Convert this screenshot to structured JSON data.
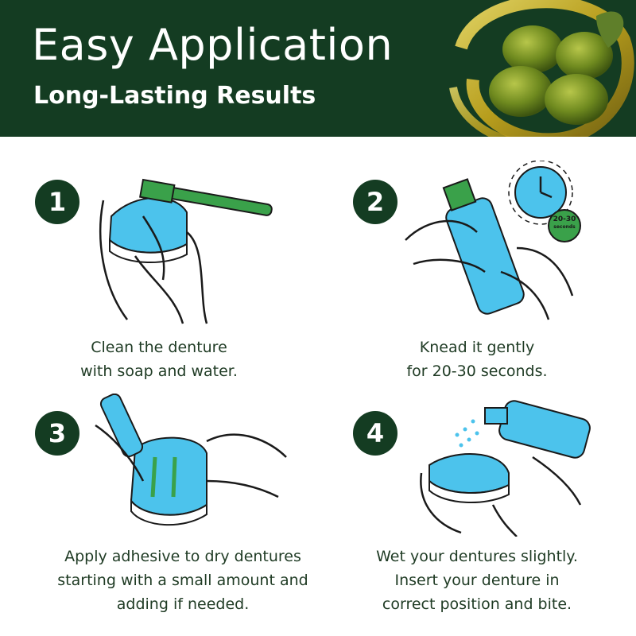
{
  "banner": {
    "title": "Easy Application",
    "subtitle": "Long-Lasting Results",
    "art_icon": "olive-oil-icon"
  },
  "steps": [
    {
      "number": "1",
      "icon": "toothbrush-denture-icon",
      "lines": [
        "Clean the denture",
        "with soap and water."
      ]
    },
    {
      "number": "2",
      "icon": "knead-tube-icon",
      "timer_label_1": "20-30",
      "timer_label_2": "seconds",
      "lines": [
        "Knead it gently",
        "for 20-30 seconds."
      ]
    },
    {
      "number": "3",
      "icon": "apply-adhesive-icon",
      "lines": [
        "Apply adhesive to dry dentures",
        "starting with a small amount and",
        "adding if needed."
      ]
    },
    {
      "number": "4",
      "icon": "spray-denture-icon",
      "lines": [
        "Wet your dentures slightly.",
        "Insert your denture in",
        "correct position and bite."
      ]
    }
  ],
  "colors": {
    "banner": "#143c22",
    "accent_blue": "#4cc3ec",
    "accent_green": "#3aa14a",
    "text": "#1f3b24"
  }
}
